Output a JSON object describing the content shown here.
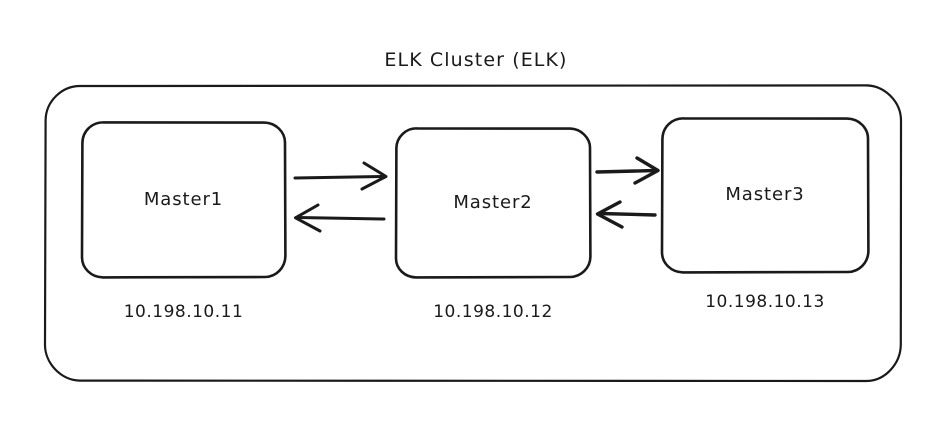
{
  "diagram": {
    "type": "network-topology",
    "background_color": "#ffffff",
    "stroke_color": "#1a1a1a",
    "text_color": "#1a1a1a",
    "style": "hand-drawn",
    "title": "ELK Cluster (ELK)",
    "container": {
      "name": "ELK",
      "label": "ELK Cluster (ELK)"
    },
    "nodes": [
      {
        "id": "master1",
        "label": "Master1",
        "ip": "10.198.10.11"
      },
      {
        "id": "master2",
        "label": "Master2",
        "ip": "10.198.10.12"
      },
      {
        "id": "master3",
        "label": "Master3",
        "ip": "10.198.10.13"
      }
    ],
    "connections": [
      {
        "from": "master1",
        "to": "master2",
        "direction": "right",
        "arrow": "arrow-right-icon"
      },
      {
        "from": "master2",
        "to": "master1",
        "direction": "left",
        "arrow": "arrow-left-icon"
      },
      {
        "from": "master2",
        "to": "master3",
        "direction": "right",
        "arrow": "arrow-right-icon"
      },
      {
        "from": "master3",
        "to": "master2",
        "direction": "left",
        "arrow": "arrow-left-icon"
      }
    ]
  }
}
